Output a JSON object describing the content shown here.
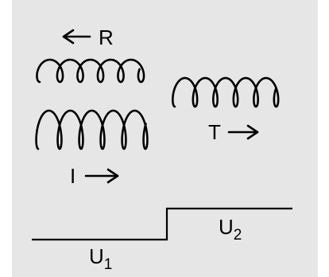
{
  "diagram": {
    "background_color": "#e6e6e6",
    "ink_color": "#000000",
    "labels": {
      "reflected": "R",
      "transmitted": "T",
      "incident": "I",
      "potential_left_main": "U",
      "potential_left_sub": "1",
      "potential_right_main": "U",
      "potential_right_sub": "2"
    },
    "arrows": {
      "reflected": "arrow-left-icon",
      "transmitted": "arrow-right-icon",
      "incident": "arrow-right-icon"
    },
    "wave_packets": {
      "reflected_loops": 5,
      "incident_loops": 5,
      "transmitted_loops": 5
    }
  }
}
